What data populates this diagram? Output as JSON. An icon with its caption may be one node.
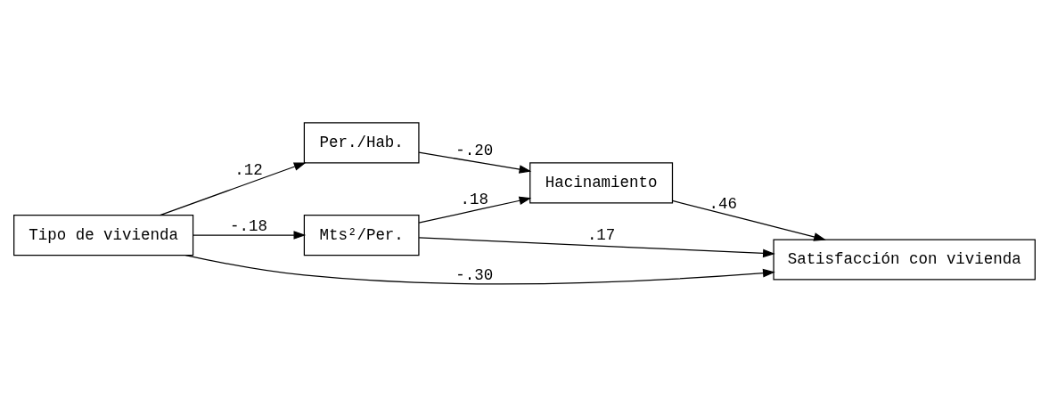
{
  "diagram": {
    "nodes": [
      {
        "text": [
          "Tipo de vivienda"
        ]
      },
      {
        "text": [
          "Per./Hab."
        ]
      },
      {
        "text": [
          "Mts²/Per."
        ]
      },
      {
        "text": [
          "Hacinamiento"
        ]
      },
      {
        "text": [
          "Satisfacción con vivienda"
        ]
      }
    ],
    "edges": [
      {
        "from": 0,
        "to": 4,
        "arrow": "to",
        "label": "-.30"
      },
      {
        "from": 0,
        "to": 1,
        "arrow": "to",
        "label": ".12"
      },
      {
        "from": 0,
        "to": 2,
        "arrow": "to",
        "label": "-.18"
      },
      {
        "from": 1,
        "to": 3,
        "arrow": "to",
        "label": "-.20"
      },
      {
        "from": 2,
        "to": 3,
        "arrow": "to",
        "label": ".18"
      },
      {
        "from": 3,
        "to": 4,
        "arrow": "to",
        "label": ".46"
      },
      {
        "from": 2,
        "to": 4,
        "arrow": "to",
        "label": ".17"
      }
    ]
  }
}
